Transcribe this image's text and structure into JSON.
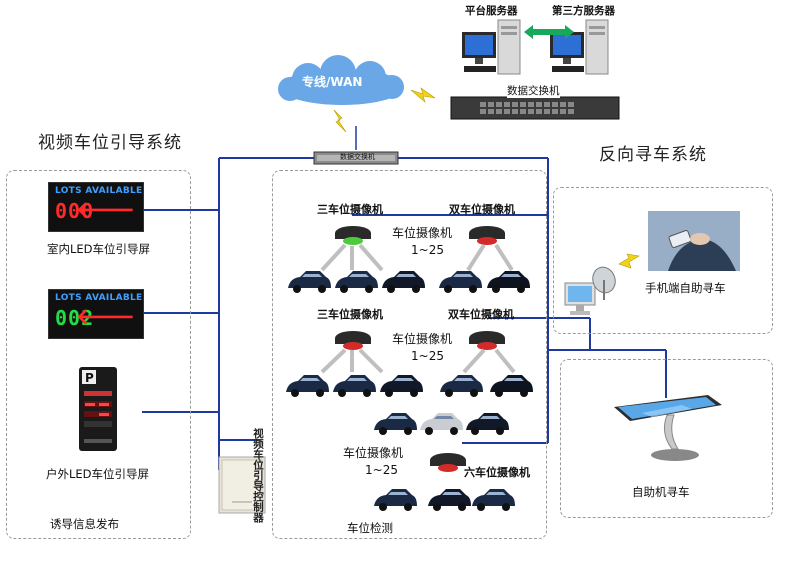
{
  "left_section": {
    "title": "视频车位引导系统",
    "indoor_screen": {
      "header": "LOTS AVAILABLE",
      "count": "000",
      "count_color": "#ff2a2a",
      "arrow_color": "#ff2a2a",
      "label": "室内LED车位引导屏"
    },
    "indoor_screen_2": {
      "header": "LOTS AVAILABLE",
      "count": "002",
      "count_color": "#22dd44",
      "arrow_color": "#ff2a2a"
    },
    "outdoor_screen": {
      "label": "户外LED车位引导屏"
    },
    "footer": "诱导信息发布"
  },
  "controller": {
    "label": "视频车位引导控制器"
  },
  "network": {
    "wan_label": "专线/WAN",
    "main_switch_label": "数据交换机",
    "small_switch_label": "数据交换机",
    "platform_server": "平台服务器",
    "third_party_server": "第三方服务器"
  },
  "center": {
    "row1": {
      "cam_a": "三车位摄像机",
      "cam_b": "双车位摄像机",
      "cam_label": "车位摄像机",
      "cam_range": "1~25"
    },
    "row2": {
      "cam_a": "三车位摄像机",
      "cam_b": "双车位摄像机",
      "cam_label": "车位摄像机",
      "cam_range": "1~25"
    },
    "row3": {
      "cam_label": "车位摄像机",
      "cam_range": "1~25",
      "cam_c": "六车位摄像机"
    },
    "footer": "车位检测"
  },
  "right_section": {
    "title": "反向寻车系统",
    "mobile": "手机端自助寻车",
    "kiosk": "自助机寻车"
  },
  "colors": {
    "link": "#1f3a9e",
    "arrow_green": "#18a85a",
    "cloud": "#6aa7e6",
    "accent_green": "#4ecb3c",
    "accent_red": "#d32a2a"
  }
}
